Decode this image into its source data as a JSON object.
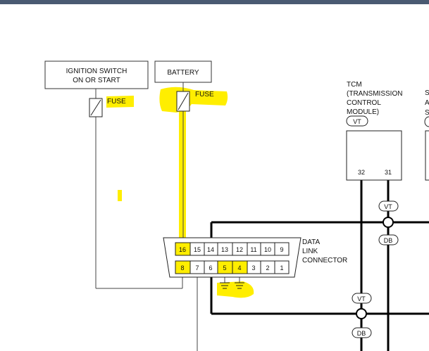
{
  "ignition_switch": {
    "line1": "IGNITION SWITCH",
    "line2": "ON OR START"
  },
  "battery": {
    "label": "BATTERY"
  },
  "fuse_ignition": {
    "label": "FUSE"
  },
  "fuse_battery": {
    "label": "FUSE"
  },
  "tcm": {
    "line1": "TCM",
    "line2": "(TRANSMISSION",
    "line3": "CONTROL",
    "line4": "MODULE)",
    "connector_color": "VT",
    "pin_a": "32",
    "pin_b": "31"
  },
  "right_module_partial": {
    "line1": "S",
    "line2": "A",
    "line3": "S"
  },
  "data_link_connector": {
    "line1": "DATA",
    "line2": "LINK",
    "line3": "CONNECTOR",
    "top_row": [
      "16",
      "15",
      "14",
      "13",
      "12",
      "11",
      "10",
      "9"
    ],
    "bottom_row": [
      "8",
      "7",
      "6",
      "5",
      "4",
      "3",
      "2",
      "1"
    ],
    "highlighted_pins": [
      "16",
      "8",
      "5",
      "4"
    ]
  },
  "wire_colors": {
    "upper_vt": "VT",
    "upper_db": "DB",
    "lower_vt": "VT",
    "lower_db": "DB"
  },
  "colors": {
    "highlight": "#ffee00",
    "header_bar": "#4a5a72"
  }
}
